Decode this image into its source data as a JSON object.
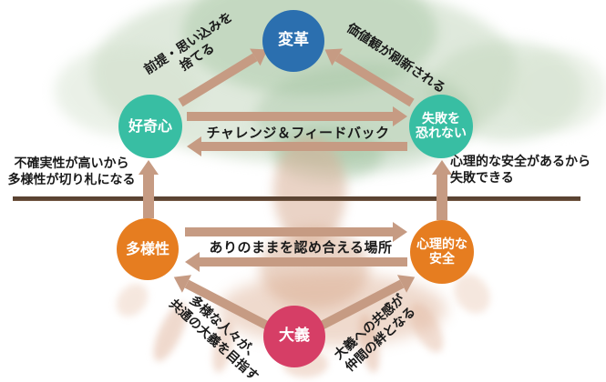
{
  "diagram": {
    "type": "cycle-diagram",
    "language": "ja",
    "nodes": {
      "change": {
        "lines": [
          "変革"
        ],
        "color": "#2B6FAF"
      },
      "curiosity": {
        "lines": [
          "好奇心"
        ],
        "color": "#38BEA3"
      },
      "fearless": {
        "lines": [
          "失敗を",
          "恐れない"
        ],
        "color": "#38BEA3"
      },
      "diversity": {
        "lines": [
          "多様性"
        ],
        "color": "#E67D20"
      },
      "psych_safety": {
        "lines": [
          "心理的な",
          "安全"
        ],
        "color": "#E67D20"
      },
      "cause": {
        "lines": [
          "大義"
        ],
        "color": "#D63E66"
      }
    },
    "labels": {
      "premise": {
        "lines": [
          "前提・思い込みを",
          "捨てる"
        ]
      },
      "values_renewed": {
        "lines": [
          "価値観が刷新される"
        ]
      },
      "challenge_feedback": {
        "lines": [
          "チャレンジ＆フィードバック"
        ]
      },
      "uncertainty": {
        "lines": [
          "不確実性が高いから",
          "多様性が切り札になる"
        ]
      },
      "safety_to_fail": {
        "lines": [
          "心理的な安全があるから",
          "失敗できる"
        ]
      },
      "acceptance": {
        "lines": [
          "ありのままを認め合える場所"
        ]
      },
      "diverse_people": {
        "lines": [
          "多様な人々が、",
          "共通の大義を目指す"
        ]
      },
      "empathy_bond": {
        "lines": [
          "大義への共感が",
          "仲間の絆となる"
        ]
      }
    },
    "colors": {
      "arrow": "#C69B83",
      "ground_line": "#5A4332",
      "text": "#1A1A1A",
      "node_text": "#FFFFFF"
    }
  }
}
